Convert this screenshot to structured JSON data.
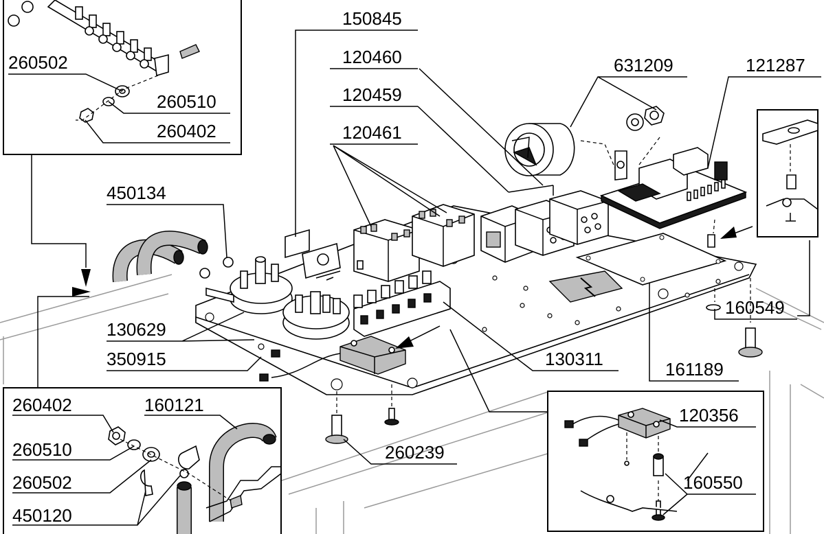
{
  "labels": {
    "p150845": "150845",
    "p120460": "120460",
    "p120459": "120459",
    "p120461": "120461",
    "p631209": "631209",
    "p121287": "121287",
    "p450134": "450134",
    "p130629": "130629",
    "p350915": "350915",
    "p130311": "130311",
    "p160549": "160549",
    "p161189": "161189",
    "p260239": "260239",
    "inset_top": {
      "p260502": "260502",
      "p260510": "260510",
      "p260402": "260402"
    },
    "inset_bottom_left": {
      "p260402": "260402",
      "p160121": "160121",
      "p260510": "260510",
      "p260502": "260502",
      "p450120": "450120"
    },
    "inset_bottom_right": {
      "p120356": "120356",
      "p160550": "160550"
    }
  }
}
